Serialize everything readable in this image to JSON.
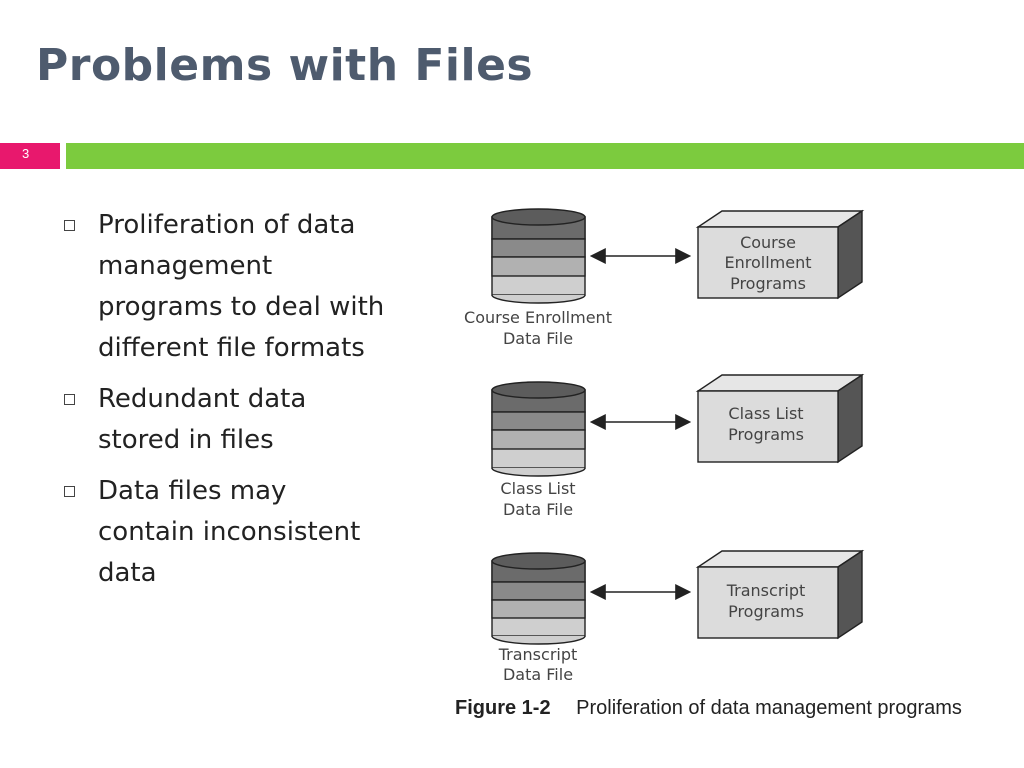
{
  "slide": {
    "title": "Problems with Files",
    "number": "3"
  },
  "bullets": [
    "Proliferation of data management programs to deal with different file formats",
    "Redundant data stored in files",
    "Data files may contain inconsistent data"
  ],
  "figure": {
    "rows": [
      {
        "file_label_1": "Course Enrollment",
        "file_label_2": "Data File",
        "program_label_1": "Course",
        "program_label_2": "Enrollment",
        "program_label_3": "Programs"
      },
      {
        "file_label_1": "Class List",
        "file_label_2": "Data File",
        "program_label_1": "Class List",
        "program_label_2": "Programs",
        "program_label_3": ""
      },
      {
        "file_label_1": "Transcript",
        "file_label_2": "Data File",
        "program_label_1": "Transcript",
        "program_label_2": "Programs",
        "program_label_3": ""
      }
    ],
    "caption_number": "Figure 1-2",
    "caption_text": "Proliferation of data management programs"
  },
  "colors": {
    "title": "#4e5b6e",
    "slide_number_bg": "#e8186d",
    "accent_bar": "#7ccb3e"
  }
}
